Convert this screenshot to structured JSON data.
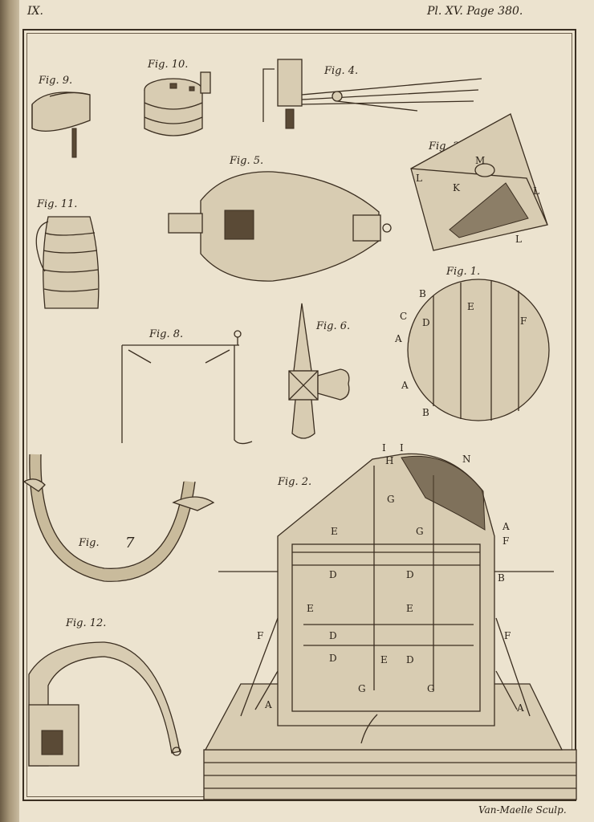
{
  "header": {
    "left": "IX.",
    "right": "Pl. XV. Page 380."
  },
  "figures": {
    "fig1": "Fig. 1.",
    "fig2": "Fig. 2.",
    "fig3": "Fig. 3.",
    "fig4": "Fig. 4.",
    "fig5": "Fig. 5.",
    "fig6": "Fig. 6.",
    "fig7_a": "Fig.",
    "fig7_b": "7",
    "fig8": "Fig. 8.",
    "fig9": "Fig. 9.",
    "fig10": "Fig. 10.",
    "fig11": "Fig. 11.",
    "fig12": "Fig. 12."
  },
  "letters": {
    "A": "A",
    "B": "B",
    "C": "C",
    "D": "D",
    "E": "E",
    "F": "F",
    "G": "G",
    "H": "H",
    "I": "I",
    "K": "K",
    "L": "L",
    "M": "M",
    "N": "N"
  },
  "engraver": "Van-Maelle Sculp."
}
